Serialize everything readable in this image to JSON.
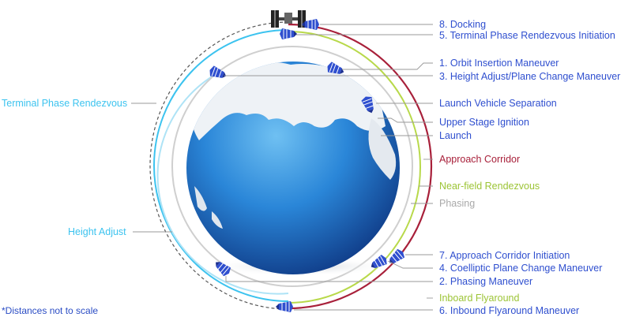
{
  "colors": {
    "blue": "#2f4fcf",
    "cyan": "#3cc3ef",
    "red": "#a8203a",
    "green": "#b8d94a",
    "gray": "#a9a9a9",
    "dashed": "#555555",
    "earth_dark": "#0c3f8e",
    "earth_light": "#4aa8ea",
    "land": "#eef2f6"
  },
  "labels": {
    "docking": "8. Docking",
    "terminal_phase_init": "5. Terminal Phase Rendezvous Initiation",
    "orbit_insertion": "1. Orbit Insertion Maneuver",
    "height_adjust_plane": "3. Height Adjust/Plane Change Maneuver",
    "lv_separation": "Launch Vehicle Separation",
    "upper_stage": "Upper Stage Ignition",
    "launch": "Launch",
    "approach_corridor": "Approach Corridor",
    "near_field": "Near-field Rendezvous",
    "phasing": "Phasing",
    "approach_init": "7. Approach Corridor Initiation",
    "coelliptic": "4. Coelliptic Plane Change Maneuver",
    "phasing_maneuver": "2. Phasing Maneuver",
    "inboard": "Inboard Flyaround",
    "inbound": "6. Inbound Flyaround Maneuver",
    "terminal_phase": "Terminal Phase Rendezvous",
    "height_adjust": "Height Adjust",
    "note": "*Distances not to scale"
  },
  "icons": {
    "station": "space-station-icon",
    "spacecraft": "spacecraft-icon"
  }
}
